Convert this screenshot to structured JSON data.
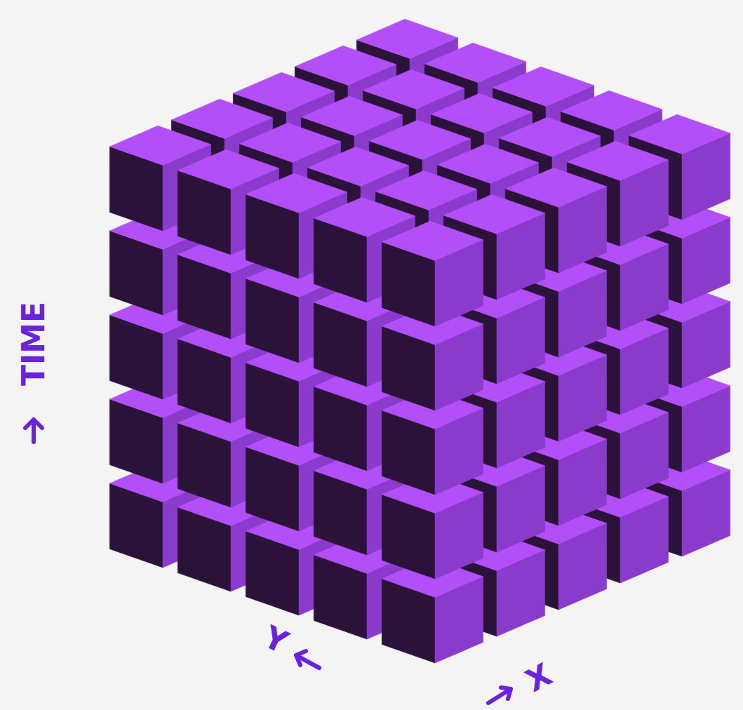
{
  "diagram": {
    "labels": [
      "TIME",
      "Y",
      "X"
    ]
  }
}
